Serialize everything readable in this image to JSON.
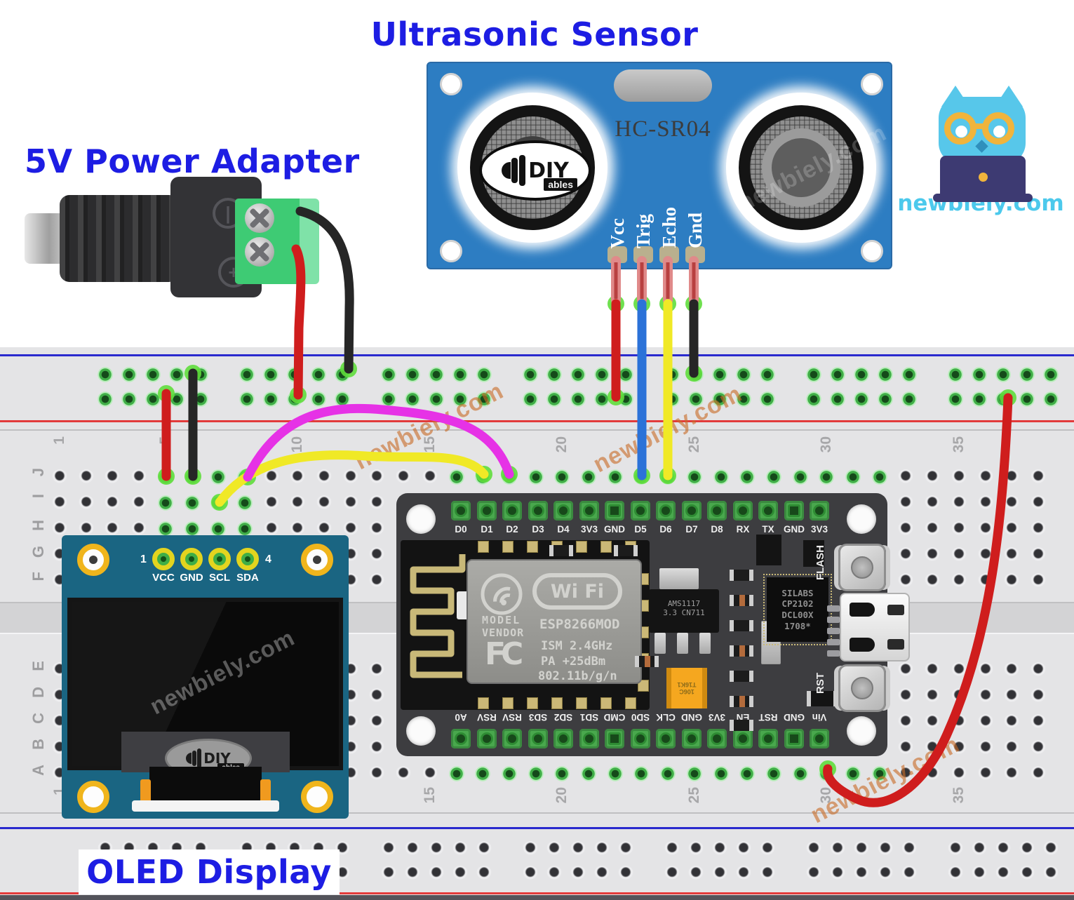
{
  "titles": {
    "sensor": "Ultrasonic Sensor",
    "adapter": "5V Power Adapter",
    "oled": "OLED Display"
  },
  "brand": {
    "site": "newbiely.com",
    "watermark": "newbiely.com"
  },
  "sensor": {
    "model": "HC-SR04",
    "pins": [
      "Vcc",
      "Trig",
      "Echo",
      "Gnd"
    ],
    "logo_diy": "DIY",
    "logo_ables": "ables"
  },
  "oled": {
    "pins": [
      "VCC",
      "GND",
      "SCL",
      "SDA"
    ],
    "pin_start": "1",
    "pin_end": "4",
    "logo_diy": "DIY",
    "logo_ables": "ables"
  },
  "nodemcu": {
    "top_pins": [
      "D0",
      "D1",
      "D2",
      "D3",
      "D4",
      "3V3",
      "GND",
      "D5",
      "D6",
      "D7",
      "D8",
      "RX",
      "TX",
      "GND",
      "3V3"
    ],
    "bottom_pins": [
      "A0",
      "RSV",
      "RSV",
      "SD3",
      "SD2",
      "SD1",
      "CMD",
      "SD0",
      "CLK",
      "GND",
      "3V3",
      "EN",
      "RST",
      "GND",
      "Vin"
    ],
    "flash_button": "FLASH",
    "reset_button": "RST",
    "usb_chip": [
      "SILABS",
      "CP2102",
      "DCL00X",
      "1708*"
    ],
    "regulator_line1": "AMS1117",
    "regulator_line2": "3.3  CN711",
    "capacitor_line1": "106C",
    "capacitor_line2": "T16K1",
    "module": {
      "wifi": "Wi Fi",
      "model": "MODEL",
      "vendor": "VENDOR",
      "name": "ESP8266MOD",
      "fcc": "FC",
      "ism": "ISM 2.4GHz",
      "pa": "PA  +25dBm",
      "std": "802.11b/g/n"
    }
  },
  "breadboard": {
    "rows_top": [
      "J",
      "I",
      "H",
      "G",
      "F"
    ],
    "rows_bottom": [
      "E",
      "D",
      "C",
      "B",
      "A"
    ],
    "columns": [
      "1",
      "5",
      "10",
      "15",
      "20",
      "25",
      "30",
      "35"
    ]
  },
  "wires": {
    "sensor_vcc": "#cf1d1d",
    "sensor_trig": "#2b72d8",
    "sensor_echo": "#f0e926",
    "sensor_gnd": "#262626",
    "oled_scl": "#f0e926",
    "oled_sda": "#e632e6",
    "rail_red_jumper": "#cf1d1d",
    "rail_black_jumper": "#262626",
    "adapter_positive": "#cf1d1d",
    "adapter_negative": "#262626",
    "vin_red": "#cf1d1d"
  }
}
